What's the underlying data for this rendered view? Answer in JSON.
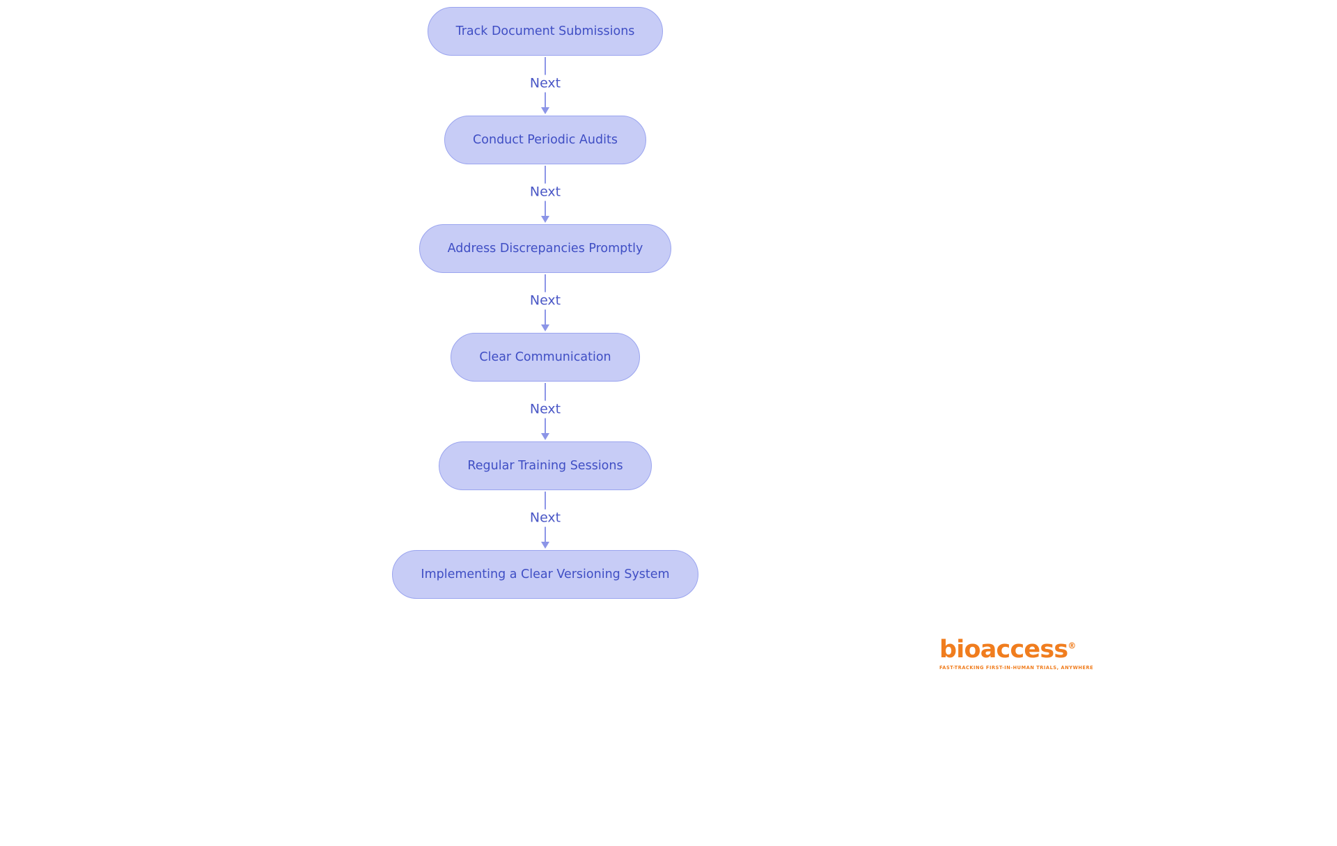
{
  "flowchart": {
    "nodes": [
      {
        "label": "Track Document Submissions"
      },
      {
        "label": "Conduct Periodic Audits"
      },
      {
        "label": "Address Discrepancies Promptly"
      },
      {
        "label": "Clear Communication"
      },
      {
        "label": "Regular Training Sessions"
      },
      {
        "label": "Implementing a Clear Versioning System"
      }
    ],
    "edge_label": "Next",
    "colors": {
      "node_fill": "#c7ccf6",
      "node_border": "#9aa4ef",
      "node_text": "#3f4ec4",
      "arrow": "#8c95e7",
      "edge_label_text": "#4a57c6"
    }
  },
  "branding": {
    "logo_text": "bioaccess",
    "registered_mark": "®",
    "tagline": "FAST-TRACKING FIRST-IN-HUMAN TRIALS, ANYWHERE",
    "logo_color": "#f07d1e"
  }
}
